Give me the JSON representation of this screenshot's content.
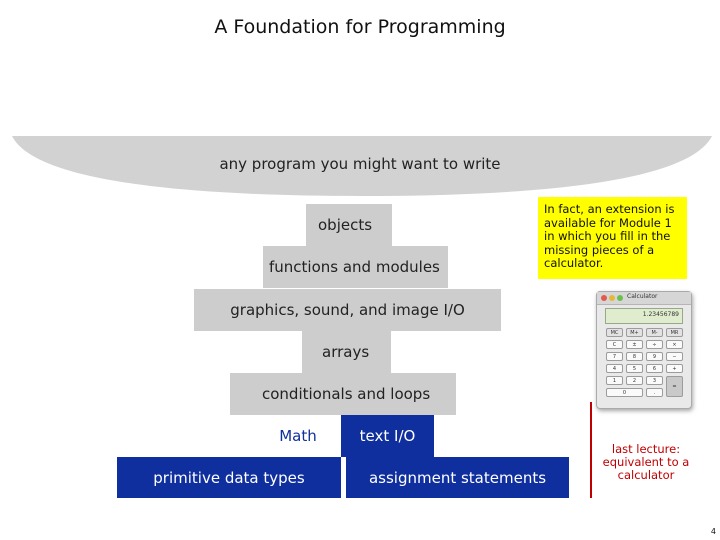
{
  "title": "A Foundation for Programming",
  "bowl_label": "any program you might want to write",
  "layers": {
    "objects": "objects",
    "functions": "functions and modules",
    "graphics": "graphics, sound, and image I/O",
    "arrays": "arrays",
    "conditionals": "conditionals and loops",
    "math": "Math",
    "text_io": "text I/O",
    "primitive": "primitive data types",
    "assignment": "assignment statements"
  },
  "note": "In fact, an extension is available for Module 1 in which you fill in the missing pieces of a calculator.",
  "calculator": {
    "window_title": "Calculator",
    "display": "1.23456789",
    "keys": [
      [
        "MC",
        "M+",
        "M-",
        "MR"
      ],
      [
        "C",
        "±",
        "÷",
        "×"
      ],
      [
        "7",
        "8",
        "9",
        "−"
      ],
      [
        "4",
        "5",
        "6",
        "+"
      ],
      [
        "1",
        "2",
        "3",
        "="
      ],
      [
        "0",
        ".",
        "",
        ""
      ]
    ]
  },
  "last_lecture": "last lecture: equivalent to a calculator",
  "page_number": "4",
  "colors": {
    "gray_layer": "#cdcdcd",
    "blue_layer": "#0f2f9e",
    "note_bg": "#ffff00",
    "accent_red": "#c00000"
  }
}
